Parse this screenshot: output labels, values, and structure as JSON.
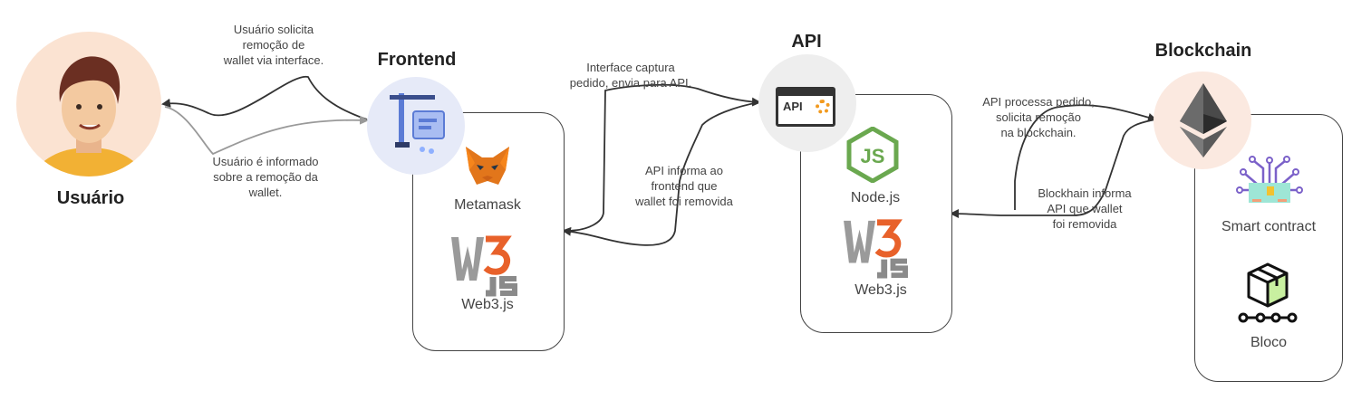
{
  "nodes": {
    "user": {
      "title": "Usuário"
    },
    "frontend": {
      "title": "Frontend",
      "components": [
        "Metamask",
        "Web3.js"
      ]
    },
    "api": {
      "title": "API",
      "icon_text": "API",
      "components": [
        "Node.js",
        "Web3.js"
      ]
    },
    "blockchain": {
      "title": "Blockchain",
      "components": [
        "Smart contract",
        "Bloco"
      ]
    }
  },
  "edge_labels": {
    "user_request": "Usuário solicita\nremoção de\nwallet via interface.",
    "user_informed": "Usuário é informado\nsobre a remoção da\nwallet.",
    "frontend_to_api": "Interface captura\npedido, envia para API.",
    "api_to_frontend": "API  informa ao\nfrontend que\nwallet foi removida",
    "api_to_chain": "API processa pedido,\nsolicita remoção\nna blockchain.",
    "chain_to_api": "Blockhain informa\nAPI que wallet\nfoi removida"
  },
  "colors": {
    "stroke": "#333333",
    "frontend_circle": "#e6eaf8",
    "api_circle": "#eeeeee",
    "chain_circle": "#fbe9e0",
    "node_green": "#6aa84f",
    "fox_orange": "#e2761b",
    "user_skin": "#f3c9a0",
    "user_shirt": "#f2b134"
  },
  "icons": [
    "user-avatar-icon",
    "frontend-crane-icon",
    "metamask-fox-icon",
    "web3js-logo-icon",
    "api-window-icon",
    "nodejs-logo-icon",
    "ethereum-icon",
    "smart-contract-icon",
    "block-cube-icon"
  ]
}
